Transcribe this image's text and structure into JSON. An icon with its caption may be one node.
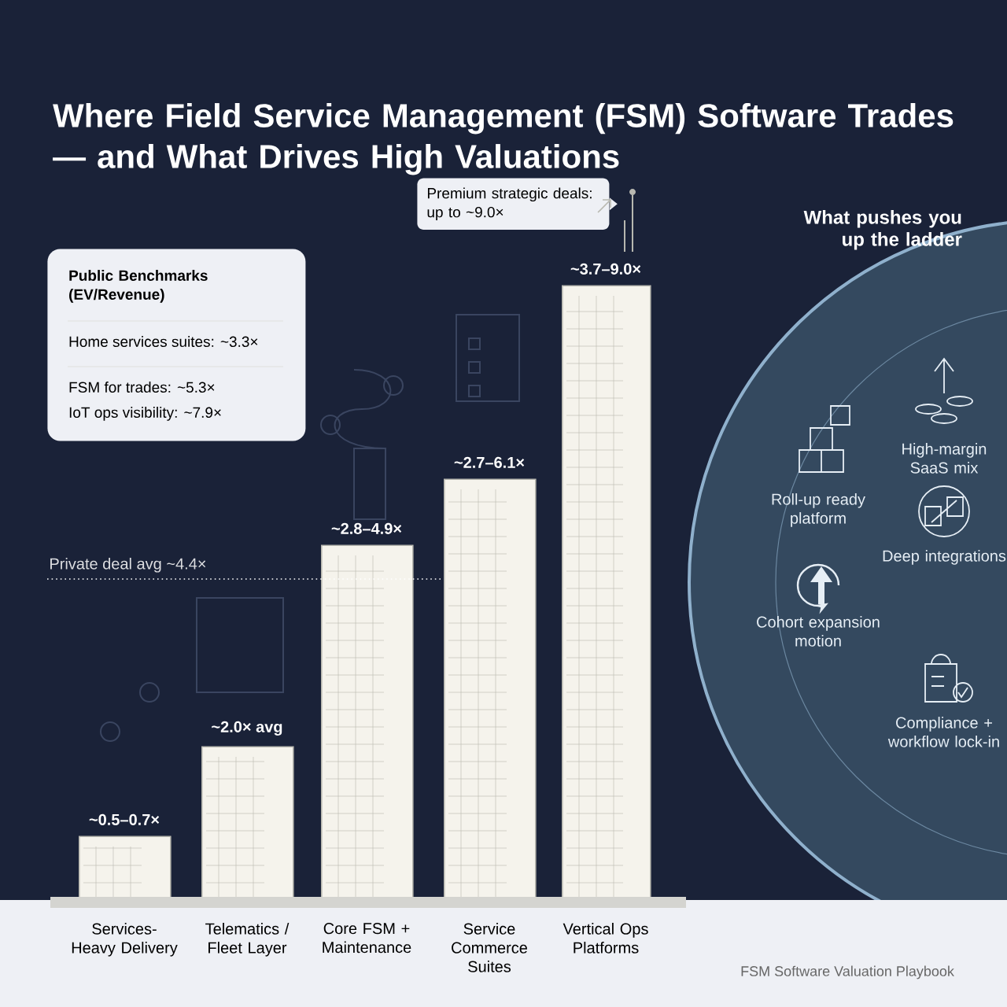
{
  "diagram": {
    "title": "Where Field Service Management (FSM) Software Trades — and What Drives High Valuations",
    "nodes": [
      {
        "text": [
          "~0.5–0.7×"
        ],
        "beside": [
          "Services-Heavy Delivery"
        ]
      },
      {
        "text": [
          "~2.0× avg"
        ],
        "beside": [
          "Telematics / Fleet Layer"
        ]
      },
      {
        "text": [
          "~2.8–4.9×"
        ],
        "beside": [
          "Core FSM + Maintenance"
        ]
      },
      {
        "text": [
          "~2.7–6.1×"
        ],
        "beside": [
          "Service Commerce Suites"
        ]
      },
      {
        "text": [
          "~3.7–9.0×"
        ],
        "beside": [
          "Vertical Ops Platforms"
        ]
      },
      {
        "text": [
          "Public Benchmarks (EV/Revenue)",
          "Home services suites: ~3.3×",
          "FSM for trades: ~5.3×",
          "IoT ops visibility: ~7.9×"
        ]
      },
      {
        "text": [
          "Premium strategic deals: up to ~9.0×"
        ]
      },
      {
        "text": [
          "What pushes you up the ladder"
        ]
      }
    ],
    "labels": [
      "Private deal avg ~4.4×",
      "High-margin SaaS mix",
      "Roll-up ready platform",
      "Deep integrations",
      "Cohort expansion motion",
      "Compliance + workflow lock-in",
      "FSM Software Valuation Playbook"
    ]
  }
}
